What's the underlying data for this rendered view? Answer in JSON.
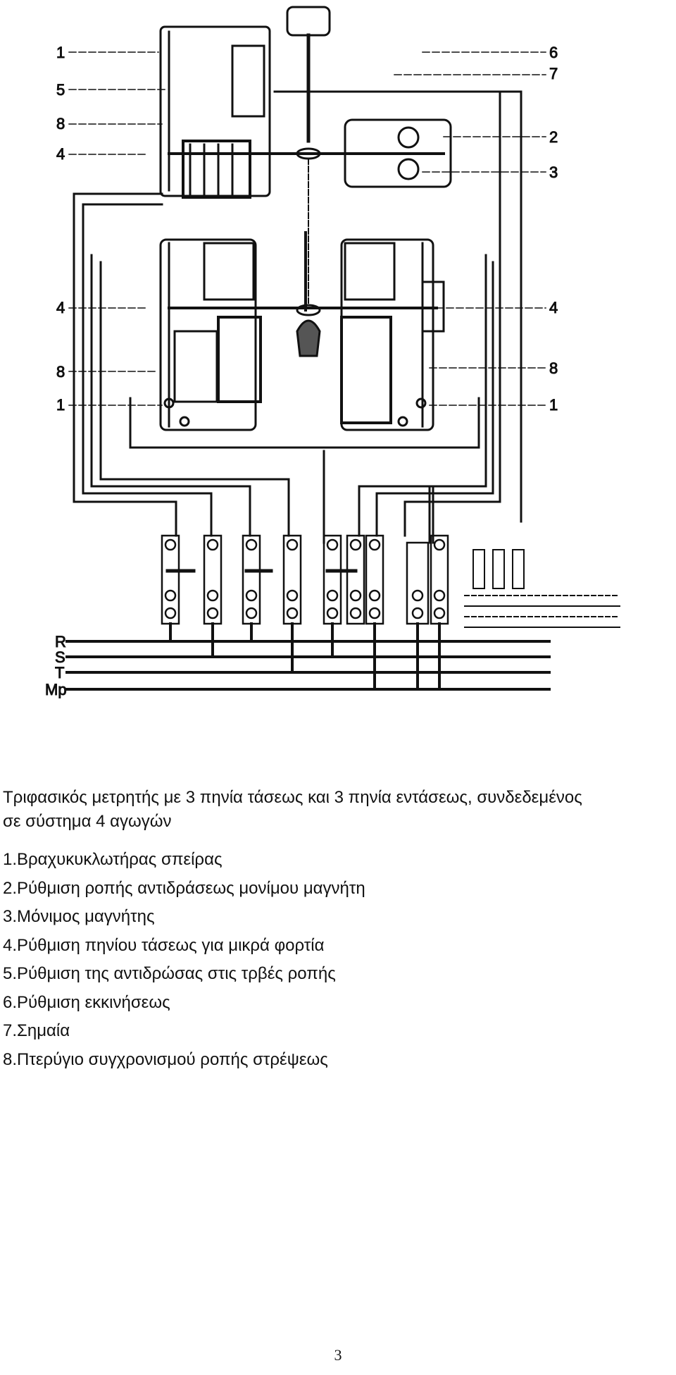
{
  "figure": {
    "callouts_left": [
      "1",
      "5",
      "8",
      "4",
      "4",
      "8",
      "1"
    ],
    "callouts_right": [
      "6",
      "7",
      "2",
      "3",
      "4",
      "8",
      "1"
    ],
    "phase_labels": [
      "R",
      "S",
      "T",
      "Mp"
    ]
  },
  "caption": {
    "line1": "Τριφασικός μετρητής με 3 πηνία τάσεως και 3 πηνία εντάσεως, συνδεδεμένος",
    "line2": "σε σύστημα 4 αγωγών"
  },
  "legend": [
    "1.Βραχυκυκλωτήρας  σπείρας",
    "2.Ρύθμιση ροπής αντιδράσεως μονίμου μαγνήτη",
    "3.Μόνιμος μαγνήτης",
    "4.Ρύθμιση πηνίου τάσεως για μικρά φορτία",
    "5.Ρύθμιση της αντιδρώσας στις τρβές ροπής",
    "6.Ρύθμιση εκκινήσεως",
    "7.Σημαία",
    "8.Πτερύγιο συγχρονισμού ροπής στρέψεως"
  ],
  "page_number": "3"
}
